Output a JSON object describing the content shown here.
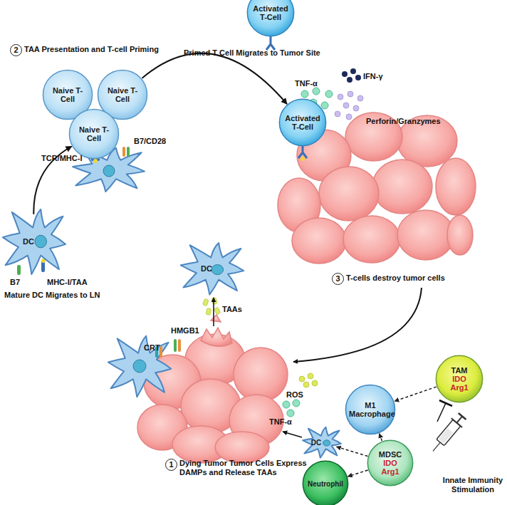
{
  "diagram": {
    "nodes": [
      {
        "text": [
          "Activated T-Cell"
        ]
      },
      {
        "text": [
          "Naive T-Cell"
        ]
      },
      {
        "text": [
          "Naive T-Cell"
        ]
      },
      {
        "text": [
          "Naive T-Cell"
        ]
      },
      {
        "text": [
          "Activated T-Cell"
        ]
      },
      {
        "text": [
          "DC"
        ]
      },
      {
        "text": [
          "DC"
        ]
      },
      {
        "text": [
          "M1 Macrophage"
        ]
      },
      {
        "text": [
          "TAM",
          "IDO",
          "Arg1"
        ]
      },
      {
        "text": [
          "DC"
        ]
      },
      {
        "text": [
          "MDSC",
          "IDO",
          "Arg1"
        ]
      },
      {
        "text": [
          "Neutrophil"
        ]
      }
    ],
    "edges": [
      {
        "from": 5,
        "to": 3,
        "arrow": "to"
      },
      {
        "from": 2,
        "to": 4,
        "arrow": "to"
      },
      {
        "from": 8,
        "to": 7,
        "arrow": "to"
      },
      {
        "from": 10,
        "to": 7,
        "arrow": "to"
      },
      {
        "from": 10,
        "to": 9,
        "arrow": "to"
      },
      {
        "from": 10,
        "to": 11,
        "arrow": "to"
      }
    ],
    "labels": [
      "2",
      "TAA Presentation and T-cell Priming",
      "Primed T Cell Migrates to Tumor Site",
      "TNF-α",
      "IFN-γ",
      "Perforin/Granzymes",
      "B7/CD28",
      "TCR/MHC-I",
      "3",
      "T-cells destroy tumor cells",
      "TAAs",
      "HMGB1",
      "CRT",
      "B7",
      "MHC-I/TAA",
      "Mature DC Migrates to LN",
      "ROS",
      "TNF-α",
      "1",
      "Dying Tumor Tumor Cells Express DAMPs and Release TAAs",
      "Innate Immunity Stimulation"
    ]
  }
}
